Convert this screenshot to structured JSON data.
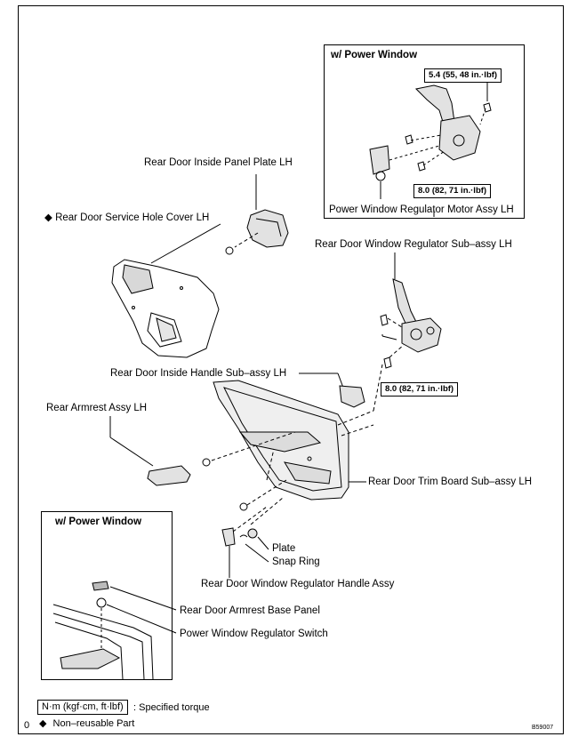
{
  "labels": {
    "inside_panel_plate": "Rear Door Inside Panel Plate LH",
    "service_hole_cover": "Rear Door Service Hole Cover LH",
    "window_regulator_sub_assy": "Rear Door Window Regulator Sub–assy LH",
    "inside_handle": "Rear Door Inside Handle Sub–assy LH",
    "armrest_assy": "Rear Armrest Assy LH",
    "trim_board": "Rear Door Trim Board Sub–assy LH",
    "plate": "Plate",
    "snap_ring": "Snap Ring",
    "regulator_handle": "Rear Door Window Regulator Handle Assy",
    "armrest_base_panel": "Rear Door Armrest Base Panel",
    "pw_switch": "Power Window Regulator Switch",
    "pw_motor": "Power Window Regulator Motor Assy LH"
  },
  "insets": {
    "top_title": "w/ Power Window",
    "bottom_title": "w/ Power Window"
  },
  "torques": {
    "motor_upper": "5.4 (55, 48 in.·lbf)",
    "motor_lower": "8.0 (82, 71 in.·lbf)",
    "regulator": "8.0 (82, 71 in.·lbf)"
  },
  "legend": {
    "torque_unit": "N·m (kgf·cm, ft·lbf)",
    "torque_text": ": Specified torque",
    "nonreusable_symbol": "◆",
    "nonreusable_text": "Non–reusable Part",
    "left_marker": "0"
  },
  "figure_code": "B59007"
}
